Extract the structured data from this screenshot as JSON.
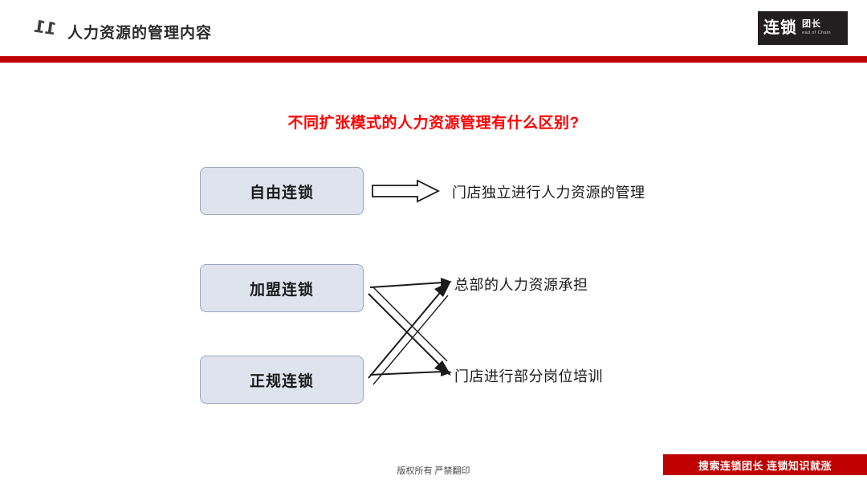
{
  "header": {
    "number": "11",
    "title": "人力资源的管理内容",
    "logo_main": "连锁",
    "logo_sub": "团长",
    "logo_en": "ead of Chain"
  },
  "main": {
    "question": "不同扩张模式的人力资源管理有什么区别?",
    "boxes": [
      {
        "label": "自由连锁"
      },
      {
        "label": "加盟连锁"
      },
      {
        "label": "正规连锁"
      }
    ],
    "results": [
      {
        "label": "门店独立进行人力资源的管理"
      },
      {
        "label": "总部的人力资源承担"
      },
      {
        "label": "门店进行部分岗位培训"
      }
    ]
  },
  "footer": {
    "copyright": "版权所有 严禁翻印",
    "banner": "搜索连锁团长  连锁知识就涨"
  },
  "colors": {
    "accent_red": "#c00000",
    "question_red": "#ff0000",
    "box_fill": "#dfe3ee",
    "box_border": "#9aa6bd",
    "logo_bg": "#231f20"
  }
}
